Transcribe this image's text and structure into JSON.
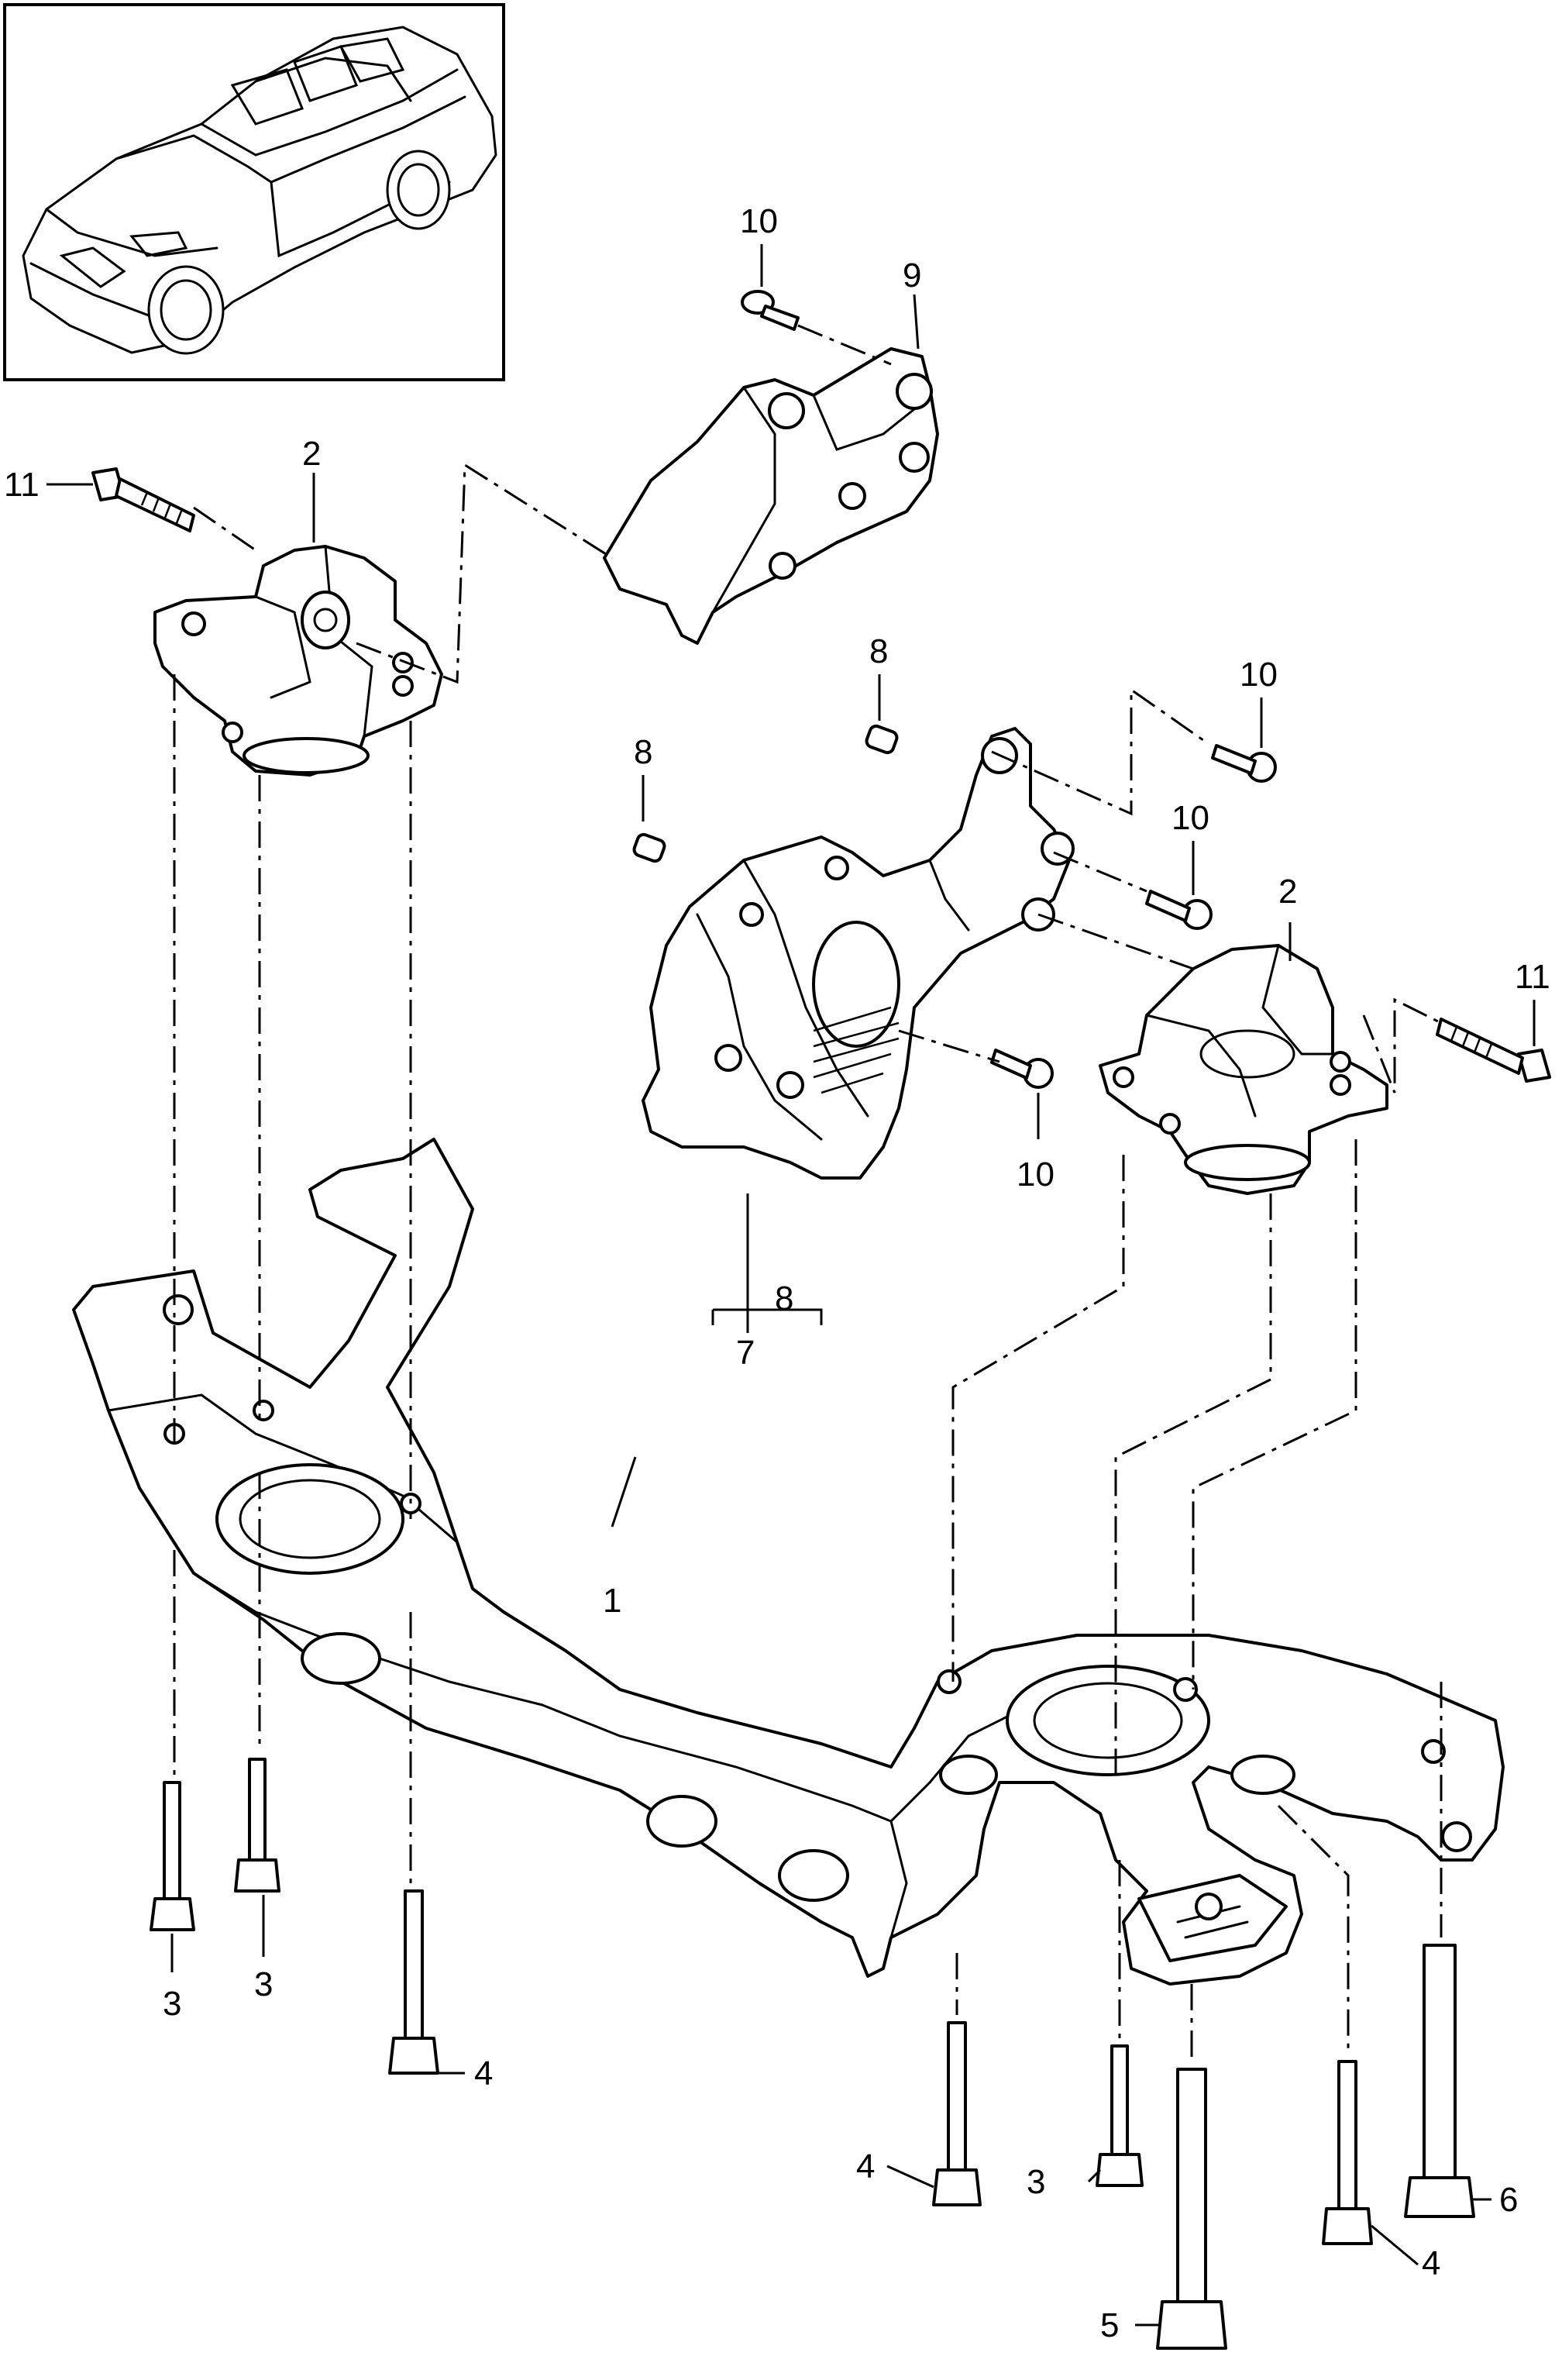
{
  "diagram": {
    "callouts": [
      {
        "id": "c1",
        "text": "1"
      },
      {
        "id": "c2a",
        "text": "2"
      },
      {
        "id": "c2b",
        "text": "2"
      },
      {
        "id": "c3a",
        "text": "3"
      },
      {
        "id": "c3b",
        "text": "3"
      },
      {
        "id": "c3c",
        "text": "3"
      },
      {
        "id": "c4a",
        "text": "4"
      },
      {
        "id": "c4b",
        "text": "4"
      },
      {
        "id": "c4c",
        "text": "4"
      },
      {
        "id": "c5",
        "text": "5"
      },
      {
        "id": "c6",
        "text": "6"
      },
      {
        "id": "c7",
        "text": "7"
      },
      {
        "id": "c8a",
        "text": "8"
      },
      {
        "id": "c8b",
        "text": "8"
      },
      {
        "id": "c8c",
        "text": "8"
      },
      {
        "id": "c9",
        "text": "9"
      },
      {
        "id": "c10a",
        "text": "10"
      },
      {
        "id": "c10b",
        "text": "10"
      },
      {
        "id": "c10c",
        "text": "10"
      },
      {
        "id": "c10d",
        "text": "10"
      },
      {
        "id": "c11a",
        "text": "11"
      },
      {
        "id": "c11b",
        "text": "11"
      }
    ]
  }
}
